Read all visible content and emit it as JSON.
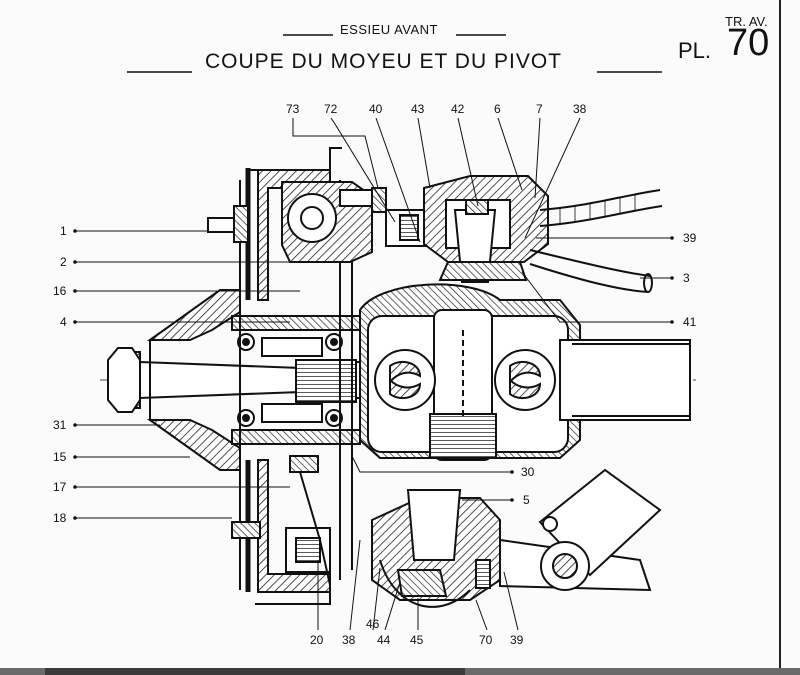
{
  "header": {
    "section": "ESSIEU AVANT",
    "title": "COUPE DU MOYEU ET DU PIVOT",
    "ref_top": "TR. AV.",
    "ref_pl": "PL.",
    "ref_number": "70"
  },
  "callouts": {
    "top": [
      "73",
      "72",
      "40",
      "43",
      "42",
      "6",
      "7",
      "38"
    ],
    "left": [
      "1",
      "2",
      "16",
      "4",
      "31",
      "15",
      "17",
      "18"
    ],
    "right": [
      "39",
      "3",
      "41",
      "30",
      "5"
    ],
    "bottom": [
      "20",
      "38",
      "46",
      "44",
      "45",
      "70",
      "39"
    ]
  }
}
